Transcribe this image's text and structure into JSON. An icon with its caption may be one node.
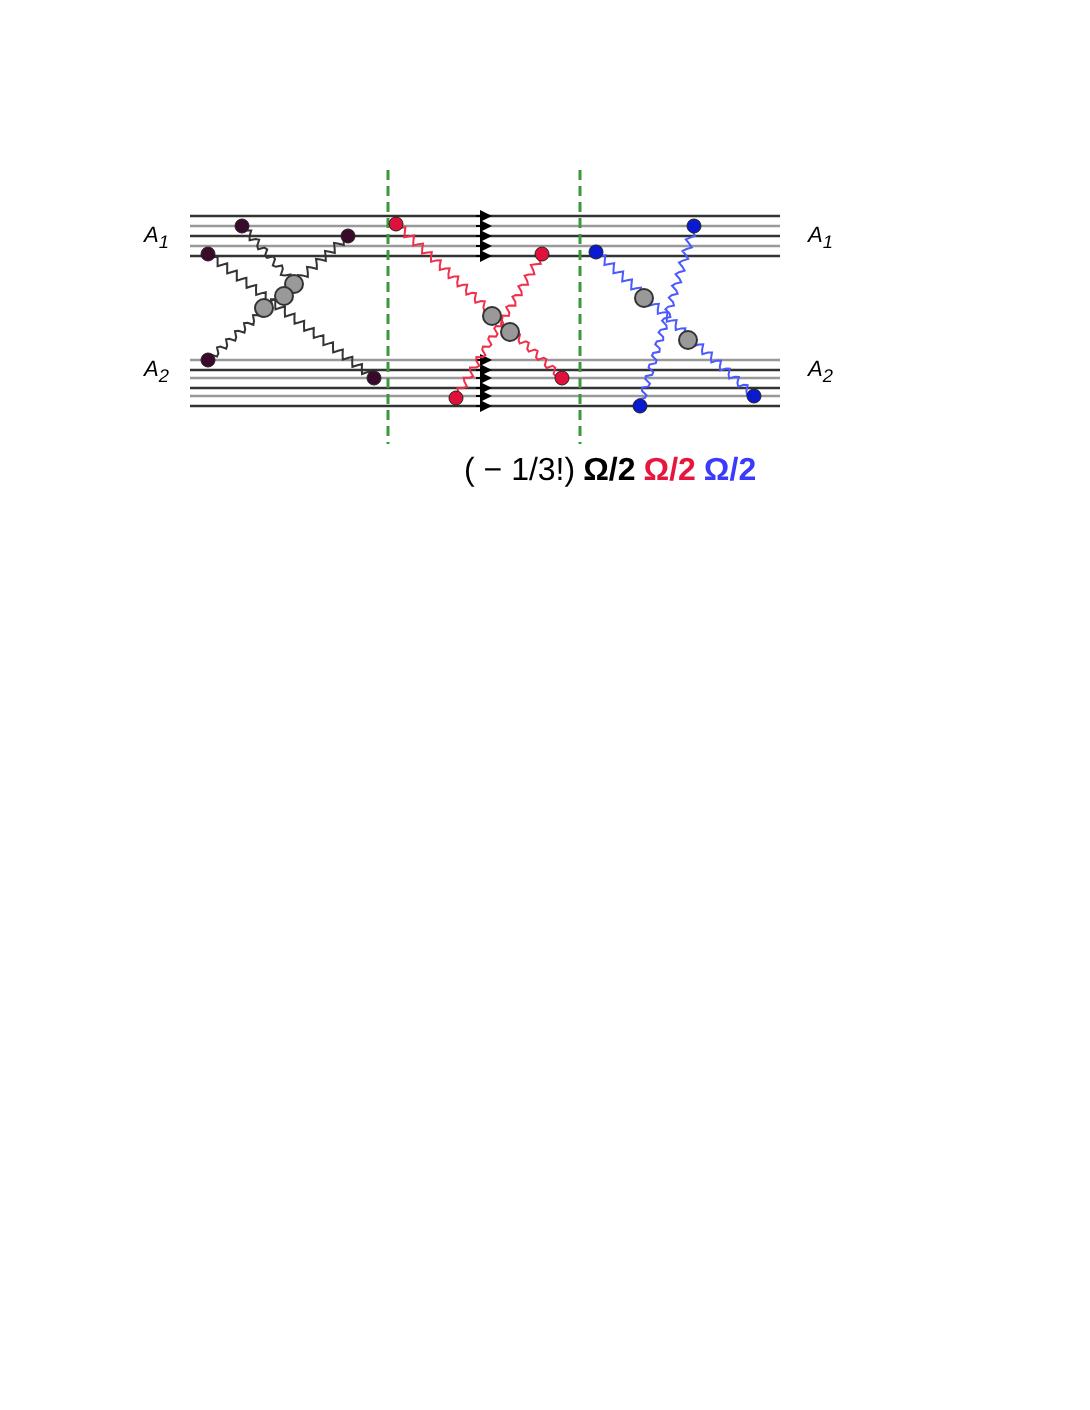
{
  "diagram": {
    "labels": [
      "A$_{1}$",
      "A$_{1}$",
      "A$_{2}$",
      "A$_{2}$",
      "( − 1/3!)",
      "Ω/2",
      "Ω/2",
      "Ω/2"
    ]
  }
}
